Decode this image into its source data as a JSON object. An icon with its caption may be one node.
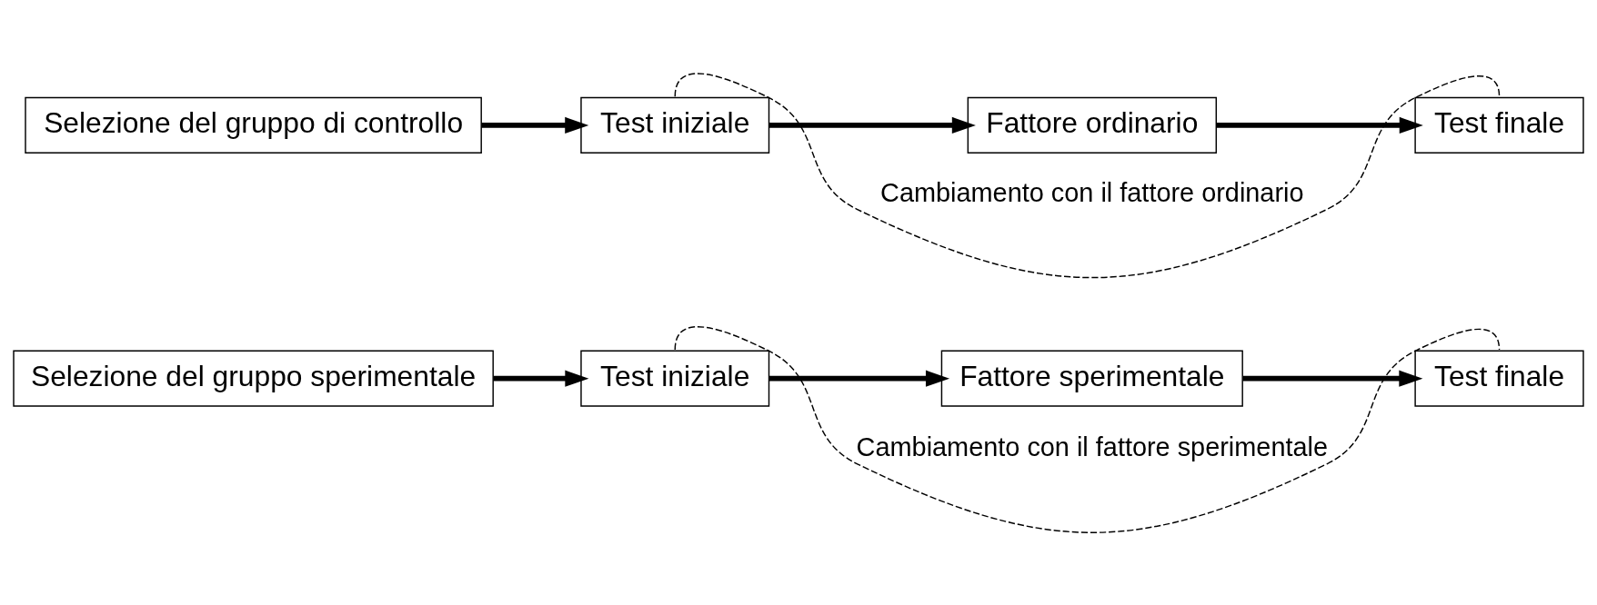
{
  "diagram": {
    "nodes": [
      {
        "text": [
          "Selezione del gruppo sperimentale"
        ]
      },
      {
        "text": [
          "Test iniziale"
        ]
      },
      {
        "text": [
          "Fattore sperimentale"
        ]
      },
      {
        "text": [
          "Test finale"
        ]
      },
      {
        "text": [
          "Selezione del gruppo di controllo"
        ]
      },
      {
        "text": [
          "Test iniziale"
        ]
      },
      {
        "text": [
          "Fattore ordinario"
        ]
      },
      {
        "text": [
          "Test finale"
        ]
      }
    ],
    "edges": [
      {
        "from": 0,
        "to": 1,
        "arrow": "to"
      },
      {
        "from": 1,
        "to": 2,
        "arrow": "to"
      },
      {
        "from": 2,
        "to": 3,
        "arrow": "to"
      },
      {
        "from": 1,
        "to": 3,
        "arrow": "none",
        "style": "dashed",
        "label": "Cambiamento con il fattore sperimentale"
      },
      {
        "from": 4,
        "to": 5,
        "arrow": "to"
      },
      {
        "from": 5,
        "to": 6,
        "arrow": "to"
      },
      {
        "from": 6,
        "to": 7,
        "arrow": "to"
      },
      {
        "from": 5,
        "to": 7,
        "arrow": "none",
        "style": "dashed",
        "label": "Cambiamento con il fattore ordinario"
      }
    ]
  }
}
